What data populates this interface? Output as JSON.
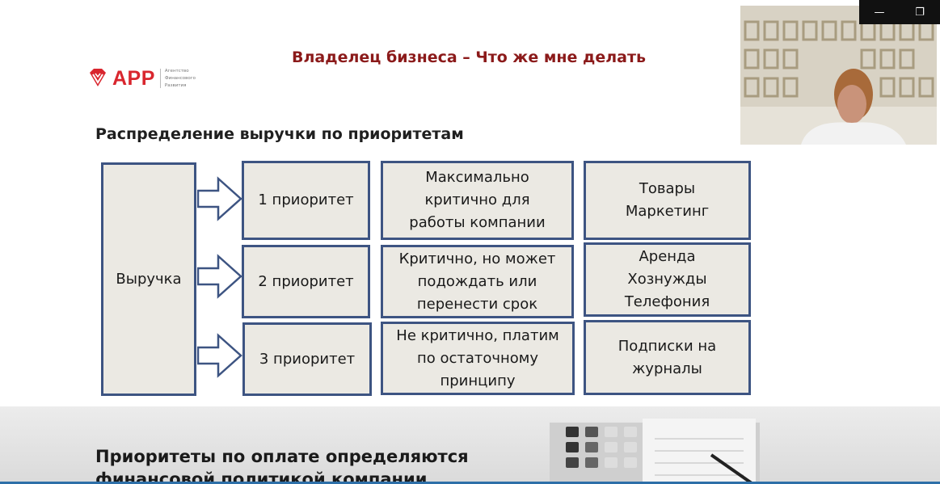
{
  "window": {
    "minimize_label": "—",
    "restore_label": "❐"
  },
  "logo": {
    "brand": "APP",
    "subtitle": "Агентство\nФинансового\nРазвития"
  },
  "slide": {
    "title": "Владелец бизнеса – Что же мне делать",
    "section_heading": "Распределение выручки по приоритетам",
    "revenue_label": "Выручка",
    "rows": [
      {
        "priority": "1 приоритет",
        "description": "Максимально\nкритично для\nработы компании",
        "items": "Товары\nМаркетинг"
      },
      {
        "priority": "2 приоритет",
        "description": "Критично, но может\nподождать или\nперенести срок",
        "items": "Аренда\nХознужды\nТелефония"
      },
      {
        "priority": "3 приоритет",
        "description": "Не критично, платим\nпо остаточному\nпринципу",
        "items": "Подписки на\nжурналы"
      }
    ],
    "bottom_text": "Приоритеты по оплате определяются\nфинансовой политикой компании"
  },
  "colors": {
    "title": "#8b1a1a",
    "box_border": "#3d5482",
    "box_fill": "#ebe9e3",
    "logo": "#d9262e"
  }
}
